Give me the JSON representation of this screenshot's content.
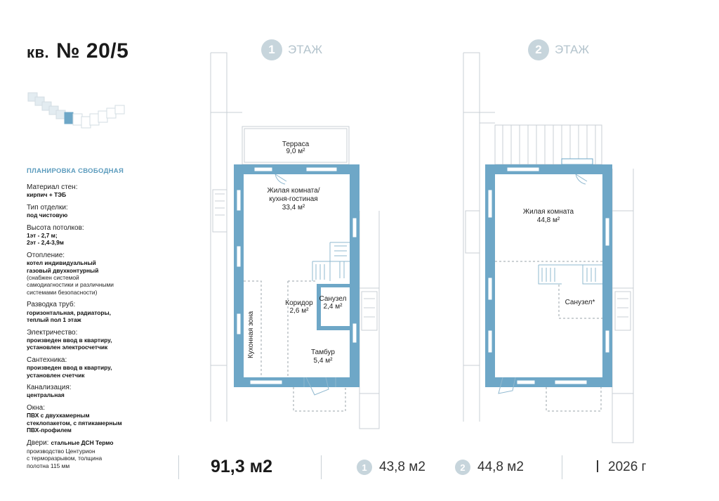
{
  "apartment": {
    "prefix": "кв.",
    "number": "№ 20/5"
  },
  "layout_title": "ПЛАНИРОВКА СВОБОДНАЯ",
  "specs": [
    {
      "label": "Материал стен:",
      "value": "кирпич + ТЭБ"
    },
    {
      "label": "Тип отделки:",
      "value": "под чистовую"
    },
    {
      "label": "Высота потолков:",
      "value": "1эт - 2,7 м;\n2эт - 2,4-3,9м"
    },
    {
      "label": "Отопление:",
      "value": "котел индивидуальный\nгазовый двухконтурный",
      "note": "(снабжен системой\nсамодиагностики и различными\nсистемами безопасности)"
    },
    {
      "label": "Разводка труб:",
      "value": "горизонтальная, радиаторы,\nтеплый пол 1 этаж"
    },
    {
      "label": "Электричество:",
      "value": "произведен ввод в квартиру,\nустановлен электросчетчик"
    },
    {
      "label": "Сантехника:",
      "value": "произведен ввод в квартиру,\nустановлен счетчик"
    },
    {
      "label": "Канализация:",
      "value": "центральная"
    },
    {
      "label": "Окна:",
      "value": "ПВХ с двухкамерным\nстеклопакетом, с пятикамерным\nПВХ-профилем"
    },
    {
      "label": "Двери:",
      "value": "стальные ДСН Термо",
      "note": "производство Центурион\nс терморазрывом, толщина\nполотна 115 мм"
    }
  ],
  "floors": [
    {
      "num": "1",
      "label": "ЭТАЖ"
    },
    {
      "num": "2",
      "label": "ЭТАЖ"
    }
  ],
  "rooms_floor1": {
    "terrace": {
      "name": "Терраса",
      "area": "9,0 м²"
    },
    "living": {
      "name1": "Жилая комната/",
      "name2": "кухня-гостиная",
      "area": "33,4 м²"
    },
    "corridor": {
      "name": "Коридор",
      "area": "2,6 м²"
    },
    "bathroom": {
      "name": "Санузел",
      "area": "2,4 м²"
    },
    "vestibule": {
      "name": "Тамбур",
      "area": "5,4 м²"
    },
    "kitchen_zone": "Кухонная зона"
  },
  "rooms_floor2": {
    "living": {
      "name": "Жилая комната",
      "area": "44,8 м²"
    },
    "bathroom": {
      "name": "Санузел*"
    }
  },
  "summary": {
    "total_area": "91,3 м2",
    "floor1_num": "1",
    "floor1_area": "43,8 м2",
    "floor2_num": "2",
    "floor2_area": "44,8 м2",
    "year": "2026 г"
  },
  "colors": {
    "wall": "#6ea7c7",
    "accent": "#5b9bbd",
    "outline": "#c8cfd4",
    "badge": "#c7d5dc"
  }
}
